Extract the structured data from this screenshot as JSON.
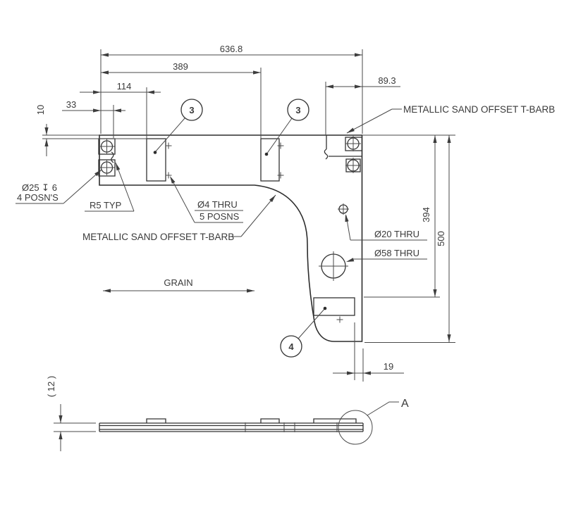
{
  "colors": {
    "background": "#ffffff",
    "line": "#4a4a4a",
    "object_line": "#2d2d2d",
    "text": "#3a3a3a",
    "accent_blue": "#3657a6"
  },
  "main_view": {
    "dims": {
      "overall_width": "636.8",
      "upper_width": "389",
      "pad_offset": "114",
      "barb_offset": "33",
      "barb_vertical_offset": "10",
      "right_flange_width": "89.3",
      "pad_height": "394",
      "overall_height": "500",
      "bottom_pad_offset": "19"
    },
    "callouts": {
      "counterbore_spec": "Ø25 ↧ 6",
      "counterbore_positions": "4 POSN'S",
      "corner_radius": "R5 TYP",
      "hole_spec": "Ø4 THRU",
      "hole_positions": "5 POSNS",
      "tbarb_left": "METALLIC SAND OFFSET T-BARB",
      "tbarb_right": "METALLIC SAND OFFSET T-BARB",
      "hole_20": "Ø20 THRU",
      "hole_58": "Ø58 THRU",
      "grain": "GRAIN"
    },
    "balloons": {
      "pad_left": "3",
      "pad_right": "3",
      "pad_bottom": "4"
    }
  },
  "side_view": {
    "thickness": "( 12 )",
    "detail_label": "A"
  }
}
